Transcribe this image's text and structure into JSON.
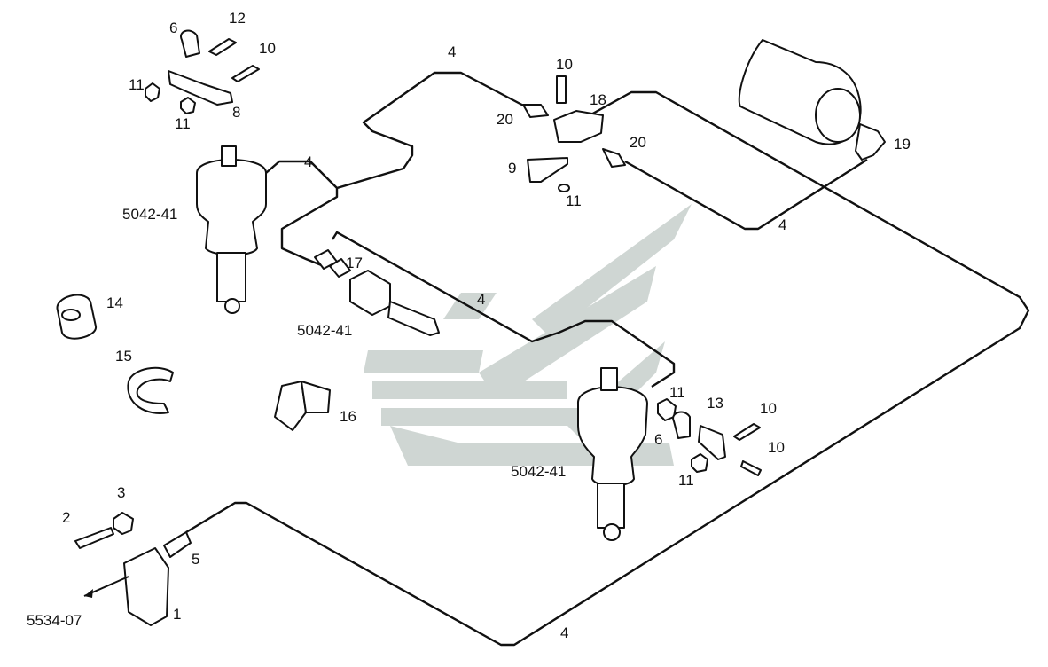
{
  "labels": {
    "p1": "1",
    "p2": "2",
    "p3": "3",
    "p4a": "4",
    "p4b": "4",
    "p4c": "4",
    "p4d": "4",
    "p4e": "4",
    "p5": "5",
    "p6a": "6",
    "p6b": "6",
    "p8": "8",
    "p9": "9",
    "p10a": "10",
    "p10b": "10",
    "p10c": "10",
    "p10d": "10",
    "p11a": "11",
    "p11b": "11",
    "p11c": "11",
    "p11d": "11",
    "p11e": "11",
    "p12": "12",
    "p13": "13",
    "p14": "14",
    "p15": "15",
    "p16": "16",
    "p17": "17",
    "p18": "18",
    "p19": "19",
    "p20a": "20",
    "p20b": "20",
    "ref1": "5042-41",
    "ref2": "5042-41",
    "ref3": "5042-41",
    "ref4": "5534-07"
  },
  "colors": {
    "line": "#111111",
    "watermark": "#cfd6d3",
    "background": "#ffffff"
  }
}
